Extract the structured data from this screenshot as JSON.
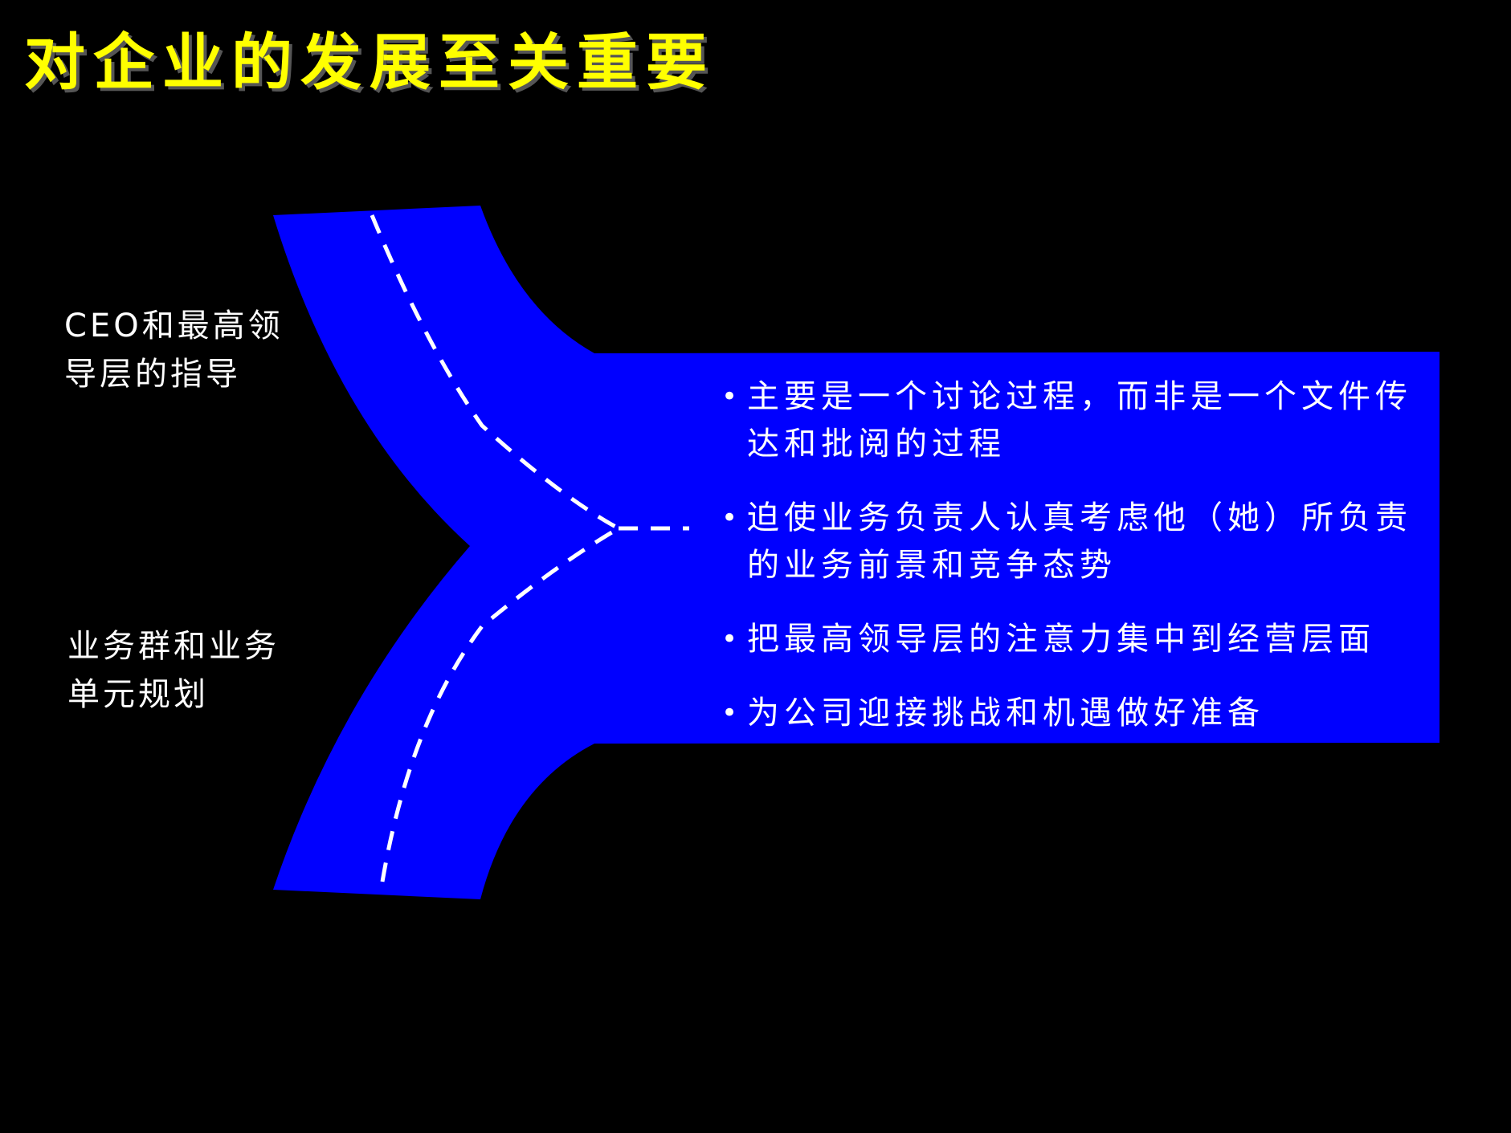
{
  "title": "对企业的发展至关重要",
  "colors": {
    "background": "#000000",
    "title": "#ffff00",
    "shape_fill": "#0000ff",
    "text": "#ffffff",
    "dashed_line": "#ffffff"
  },
  "left_labels": {
    "top": [
      "CEO和最高领",
      "导层的指导"
    ],
    "bottom": [
      "业务群和业务",
      "单元规划"
    ]
  },
  "bullets": [
    {
      "lines": [
        "主要是一个讨论过程，而非是一个文件传",
        "达和批阅的过程"
      ]
    },
    {
      "lines": [
        "迫使业务负责人认真考虑他（她）所负责",
        "的业务前景和竞争态势"
      ]
    },
    {
      "lines": [
        "把最高领导层的注意力集中到经营层面"
      ]
    },
    {
      "lines": [
        "为公司迎接挑战和机遇做好准备"
      ]
    }
  ],
  "bullet_symbol": "•"
}
